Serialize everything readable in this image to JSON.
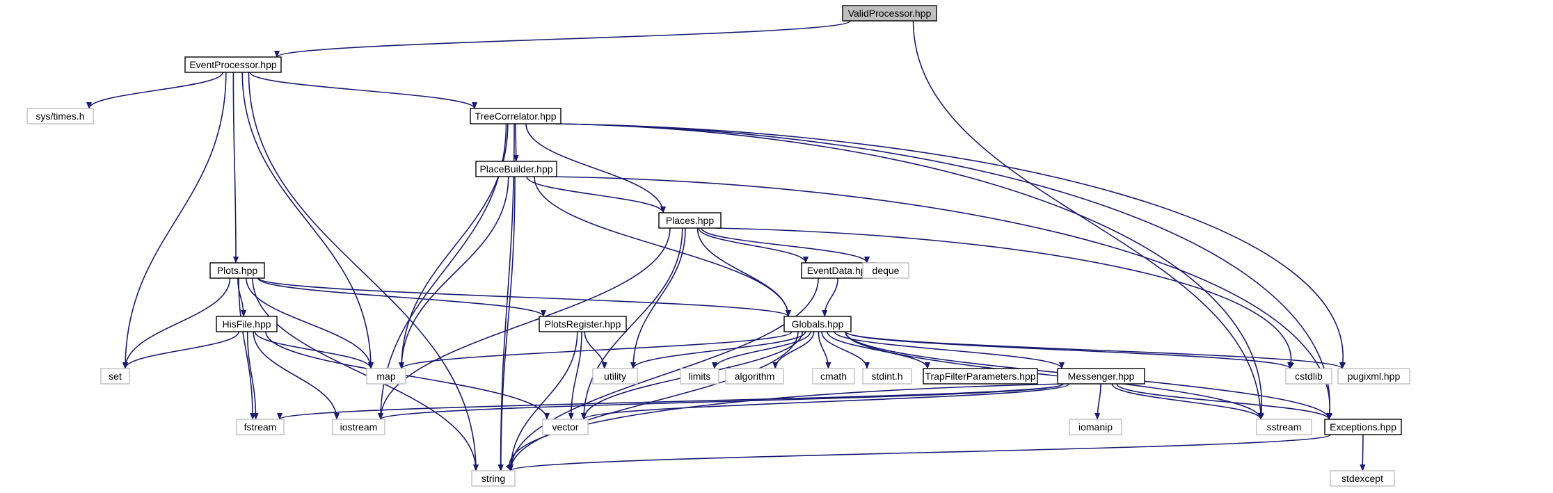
{
  "colors": {
    "edge": "#191970",
    "node_border_local": "#000000",
    "node_border_system": "#bfbfbf",
    "node_fill_root": "#bfbfbf",
    "node_fill": "#ffffff",
    "text_local": "#000000",
    "text_system": "#4d4d4d"
  },
  "nodes": [
    {
      "id": "ValidProcessor",
      "label": "ValidProcessor.hpp",
      "kind": "root"
    },
    {
      "id": "EventProcessor",
      "label": "EventProcessor.hpp",
      "kind": "local"
    },
    {
      "id": "systimes",
      "label": "sys/times.h",
      "kind": "system"
    },
    {
      "id": "TreeCorrelator",
      "label": "TreeCorrelator.hpp",
      "kind": "local"
    },
    {
      "id": "PlaceBuilder",
      "label": "PlaceBuilder.hpp",
      "kind": "local"
    },
    {
      "id": "Places",
      "label": "Places.hpp",
      "kind": "local"
    },
    {
      "id": "Plots",
      "label": "Plots.hpp",
      "kind": "local"
    },
    {
      "id": "EventData",
      "label": "EventData.hpp",
      "kind": "local"
    },
    {
      "id": "deque",
      "label": "deque",
      "kind": "system"
    },
    {
      "id": "HisFile",
      "label": "HisFile.hpp",
      "kind": "local"
    },
    {
      "id": "PlotsRegister",
      "label": "PlotsRegister.hpp",
      "kind": "local"
    },
    {
      "id": "Globals",
      "label": "Globals.hpp",
      "kind": "local"
    },
    {
      "id": "set",
      "label": "set",
      "kind": "system"
    },
    {
      "id": "map",
      "label": "map",
      "kind": "system"
    },
    {
      "id": "utility",
      "label": "utility",
      "kind": "system"
    },
    {
      "id": "limits",
      "label": "limits",
      "kind": "system"
    },
    {
      "id": "algorithm",
      "label": "algorithm",
      "kind": "system"
    },
    {
      "id": "cmath",
      "label": "cmath",
      "kind": "system"
    },
    {
      "id": "stdint",
      "label": "stdint.h",
      "kind": "system"
    },
    {
      "id": "TrapFilter",
      "label": "TrapFilterParameters.hpp",
      "kind": "local"
    },
    {
      "id": "Messenger",
      "label": "Messenger.hpp",
      "kind": "local"
    },
    {
      "id": "cstdlib",
      "label": "cstdlib",
      "kind": "system"
    },
    {
      "id": "pugixml",
      "label": "pugixml.hpp",
      "kind": "system"
    },
    {
      "id": "fstream",
      "label": "fstream",
      "kind": "system"
    },
    {
      "id": "iostream",
      "label": "iostream",
      "kind": "system"
    },
    {
      "id": "vector",
      "label": "vector",
      "kind": "system"
    },
    {
      "id": "iomanip",
      "label": "iomanip",
      "kind": "system"
    },
    {
      "id": "sstream",
      "label": "sstream",
      "kind": "system"
    },
    {
      "id": "Exceptions",
      "label": "Exceptions.hpp",
      "kind": "local"
    },
    {
      "id": "string",
      "label": "string",
      "kind": "system"
    },
    {
      "id": "stdexcept",
      "label": "stdexcept",
      "kind": "system"
    }
  ],
  "edges": [
    [
      "ValidProcessor",
      "EventProcessor"
    ],
    [
      "ValidProcessor",
      "sstream"
    ],
    [
      "EventProcessor",
      "systimes"
    ],
    [
      "EventProcessor",
      "TreeCorrelator"
    ],
    [
      "EventProcessor",
      "set"
    ],
    [
      "EventProcessor",
      "Plots"
    ],
    [
      "EventProcessor",
      "map"
    ],
    [
      "EventProcessor",
      "string"
    ],
    [
      "TreeCorrelator",
      "PlaceBuilder"
    ],
    [
      "TreeCorrelator",
      "Places"
    ],
    [
      "TreeCorrelator",
      "map"
    ],
    [
      "TreeCorrelator",
      "iostream"
    ],
    [
      "TreeCorrelator",
      "string"
    ],
    [
      "TreeCorrelator",
      "pugixml"
    ],
    [
      "TreeCorrelator",
      "sstream"
    ],
    [
      "TreeCorrelator",
      "Exceptions"
    ],
    [
      "PlaceBuilder",
      "Places"
    ],
    [
      "PlaceBuilder",
      "Globals"
    ],
    [
      "PlaceBuilder",
      "map"
    ],
    [
      "PlaceBuilder",
      "string"
    ],
    [
      "PlaceBuilder",
      "Exceptions"
    ],
    [
      "Places",
      "EventData"
    ],
    [
      "Places",
      "deque"
    ],
    [
      "Places",
      "Globals"
    ],
    [
      "Places",
      "cstdlib"
    ],
    [
      "Places",
      "utility"
    ],
    [
      "Places",
      "vector"
    ],
    [
      "Places",
      "iostream"
    ],
    [
      "EventData",
      "Globals"
    ],
    [
      "EventData",
      "string"
    ],
    [
      "Plots",
      "HisFile"
    ],
    [
      "Plots",
      "PlotsRegister"
    ],
    [
      "Plots",
      "Globals"
    ],
    [
      "Plots",
      "set"
    ],
    [
      "Plots",
      "map"
    ],
    [
      "Plots",
      "fstream"
    ],
    [
      "Plots",
      "string"
    ],
    [
      "HisFile",
      "set"
    ],
    [
      "HisFile",
      "map"
    ],
    [
      "HisFile",
      "fstream"
    ],
    [
      "HisFile",
      "iostream"
    ],
    [
      "HisFile",
      "vector"
    ],
    [
      "PlotsRegister",
      "utility"
    ],
    [
      "PlotsRegister",
      "vector"
    ],
    [
      "PlotsRegister",
      "string"
    ],
    [
      "Globals",
      "map"
    ],
    [
      "Globals",
      "utility"
    ],
    [
      "Globals",
      "limits"
    ],
    [
      "Globals",
      "algorithm"
    ],
    [
      "Globals",
      "cmath"
    ],
    [
      "Globals",
      "stdint"
    ],
    [
      "Globals",
      "TrapFilter"
    ],
    [
      "Globals",
      "Messenger"
    ],
    [
      "Globals",
      "cstdlib"
    ],
    [
      "Globals",
      "pugixml"
    ],
    [
      "Globals",
      "vector"
    ],
    [
      "Globals",
      "sstream"
    ],
    [
      "Globals",
      "Exceptions"
    ],
    [
      "Globals",
      "string"
    ],
    [
      "Messenger",
      "fstream"
    ],
    [
      "Messenger",
      "iostream"
    ],
    [
      "Messenger",
      "vector"
    ],
    [
      "Messenger",
      "iomanip"
    ],
    [
      "Messenger",
      "sstream"
    ],
    [
      "Messenger",
      "string"
    ],
    [
      "Messenger",
      "Exceptions"
    ],
    [
      "Exceptions",
      "stdexcept"
    ],
    [
      "Exceptions",
      "string"
    ]
  ]
}
